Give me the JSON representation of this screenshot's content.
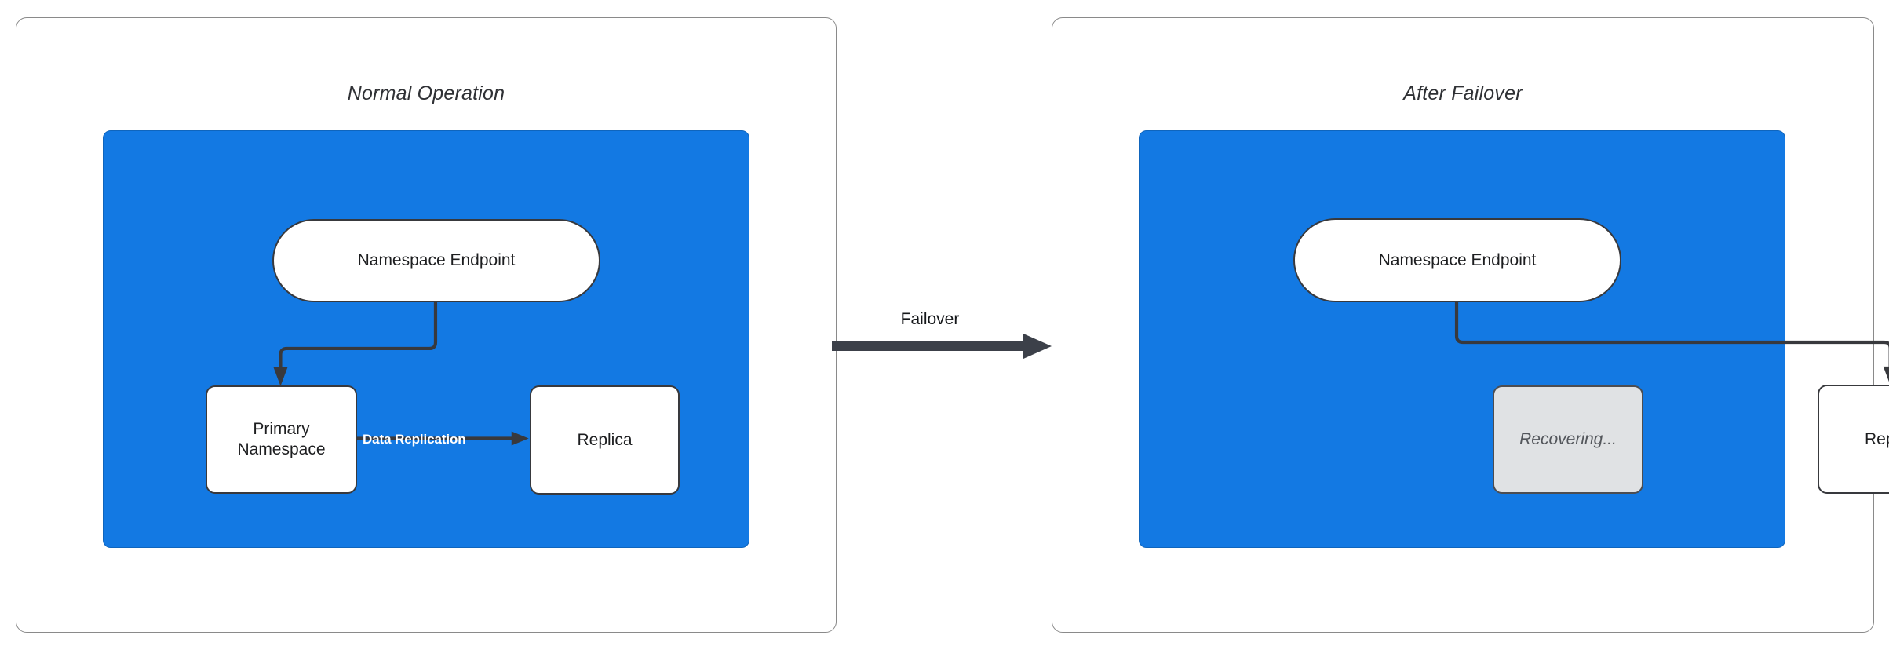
{
  "diagram": {
    "title_left": "Normal Operation",
    "title_right": "After Failover",
    "accent_blue": "#1379e3",
    "node_border": "#38393d",
    "muted_fill": "#e0e2e4",
    "arrow_color": "#3c4049"
  },
  "panels": [
    {
      "id": "normal-operation",
      "title": "Normal Operation",
      "nodes": [
        {
          "id": "namespace-endpoint",
          "label": "Namespace Endpoint",
          "shape": "pill",
          "state": "active"
        },
        {
          "id": "primary-namespace",
          "label": "Primary\nNamespace",
          "label_line1": "Primary",
          "label_line2": "Namespace",
          "shape": "rect",
          "state": "active"
        },
        {
          "id": "replica",
          "label": "Replica",
          "shape": "rect",
          "state": "active"
        }
      ],
      "edges": [
        {
          "from": "namespace-endpoint",
          "to": "primary-namespace",
          "label": ""
        },
        {
          "from": "primary-namespace",
          "to": "replica",
          "label": "Data Replication"
        }
      ]
    },
    {
      "id": "after-failover",
      "title": "After Failover",
      "nodes": [
        {
          "id": "namespace-endpoint",
          "label": "Namespace Endpoint",
          "shape": "pill",
          "state": "active"
        },
        {
          "id": "recovering",
          "label": "Recovering...",
          "shape": "rect",
          "state": "recovering"
        },
        {
          "id": "replica",
          "label": "Replica",
          "shape": "rect",
          "state": "active"
        }
      ],
      "edges": [
        {
          "from": "namespace-endpoint",
          "to": "replica",
          "label": ""
        }
      ]
    }
  ],
  "transition": {
    "label": "Failover",
    "direction": "left-to-right"
  }
}
